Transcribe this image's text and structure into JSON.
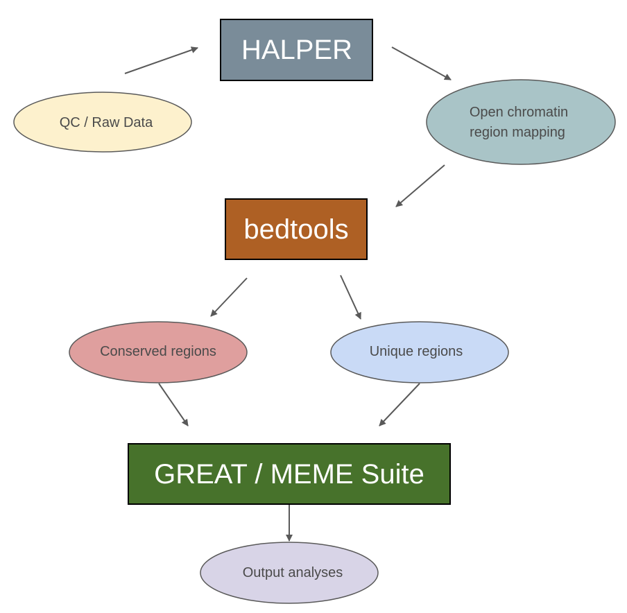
{
  "colors": {
    "halper_box": "#7a8c99",
    "bedtools_box": "#ae6024",
    "great_box": "#47722b",
    "qc_ellipse": "#fdf1cd",
    "open_chromatin_ellipse": "#a9c4c7",
    "conserved_ellipse": "#df9f9e",
    "unique_ellipse": "#c9daf6",
    "output_ellipse": "#d8d4e7",
    "arrow": "#595959"
  },
  "nodes": {
    "halper": {
      "label": "HALPER"
    },
    "qc_raw_data": {
      "label": "QC / Raw Data"
    },
    "open_chromatin": {
      "line1": "Open chromatin",
      "line2": "region mapping"
    },
    "bedtools": {
      "label": "bedtools"
    },
    "conserved_regions": {
      "label": "Conserved regions"
    },
    "unique_regions": {
      "label": "Unique regions"
    },
    "great_meme": {
      "label": "GREAT / MEME Suite"
    },
    "output_analyses": {
      "label": "Output analyses"
    }
  }
}
